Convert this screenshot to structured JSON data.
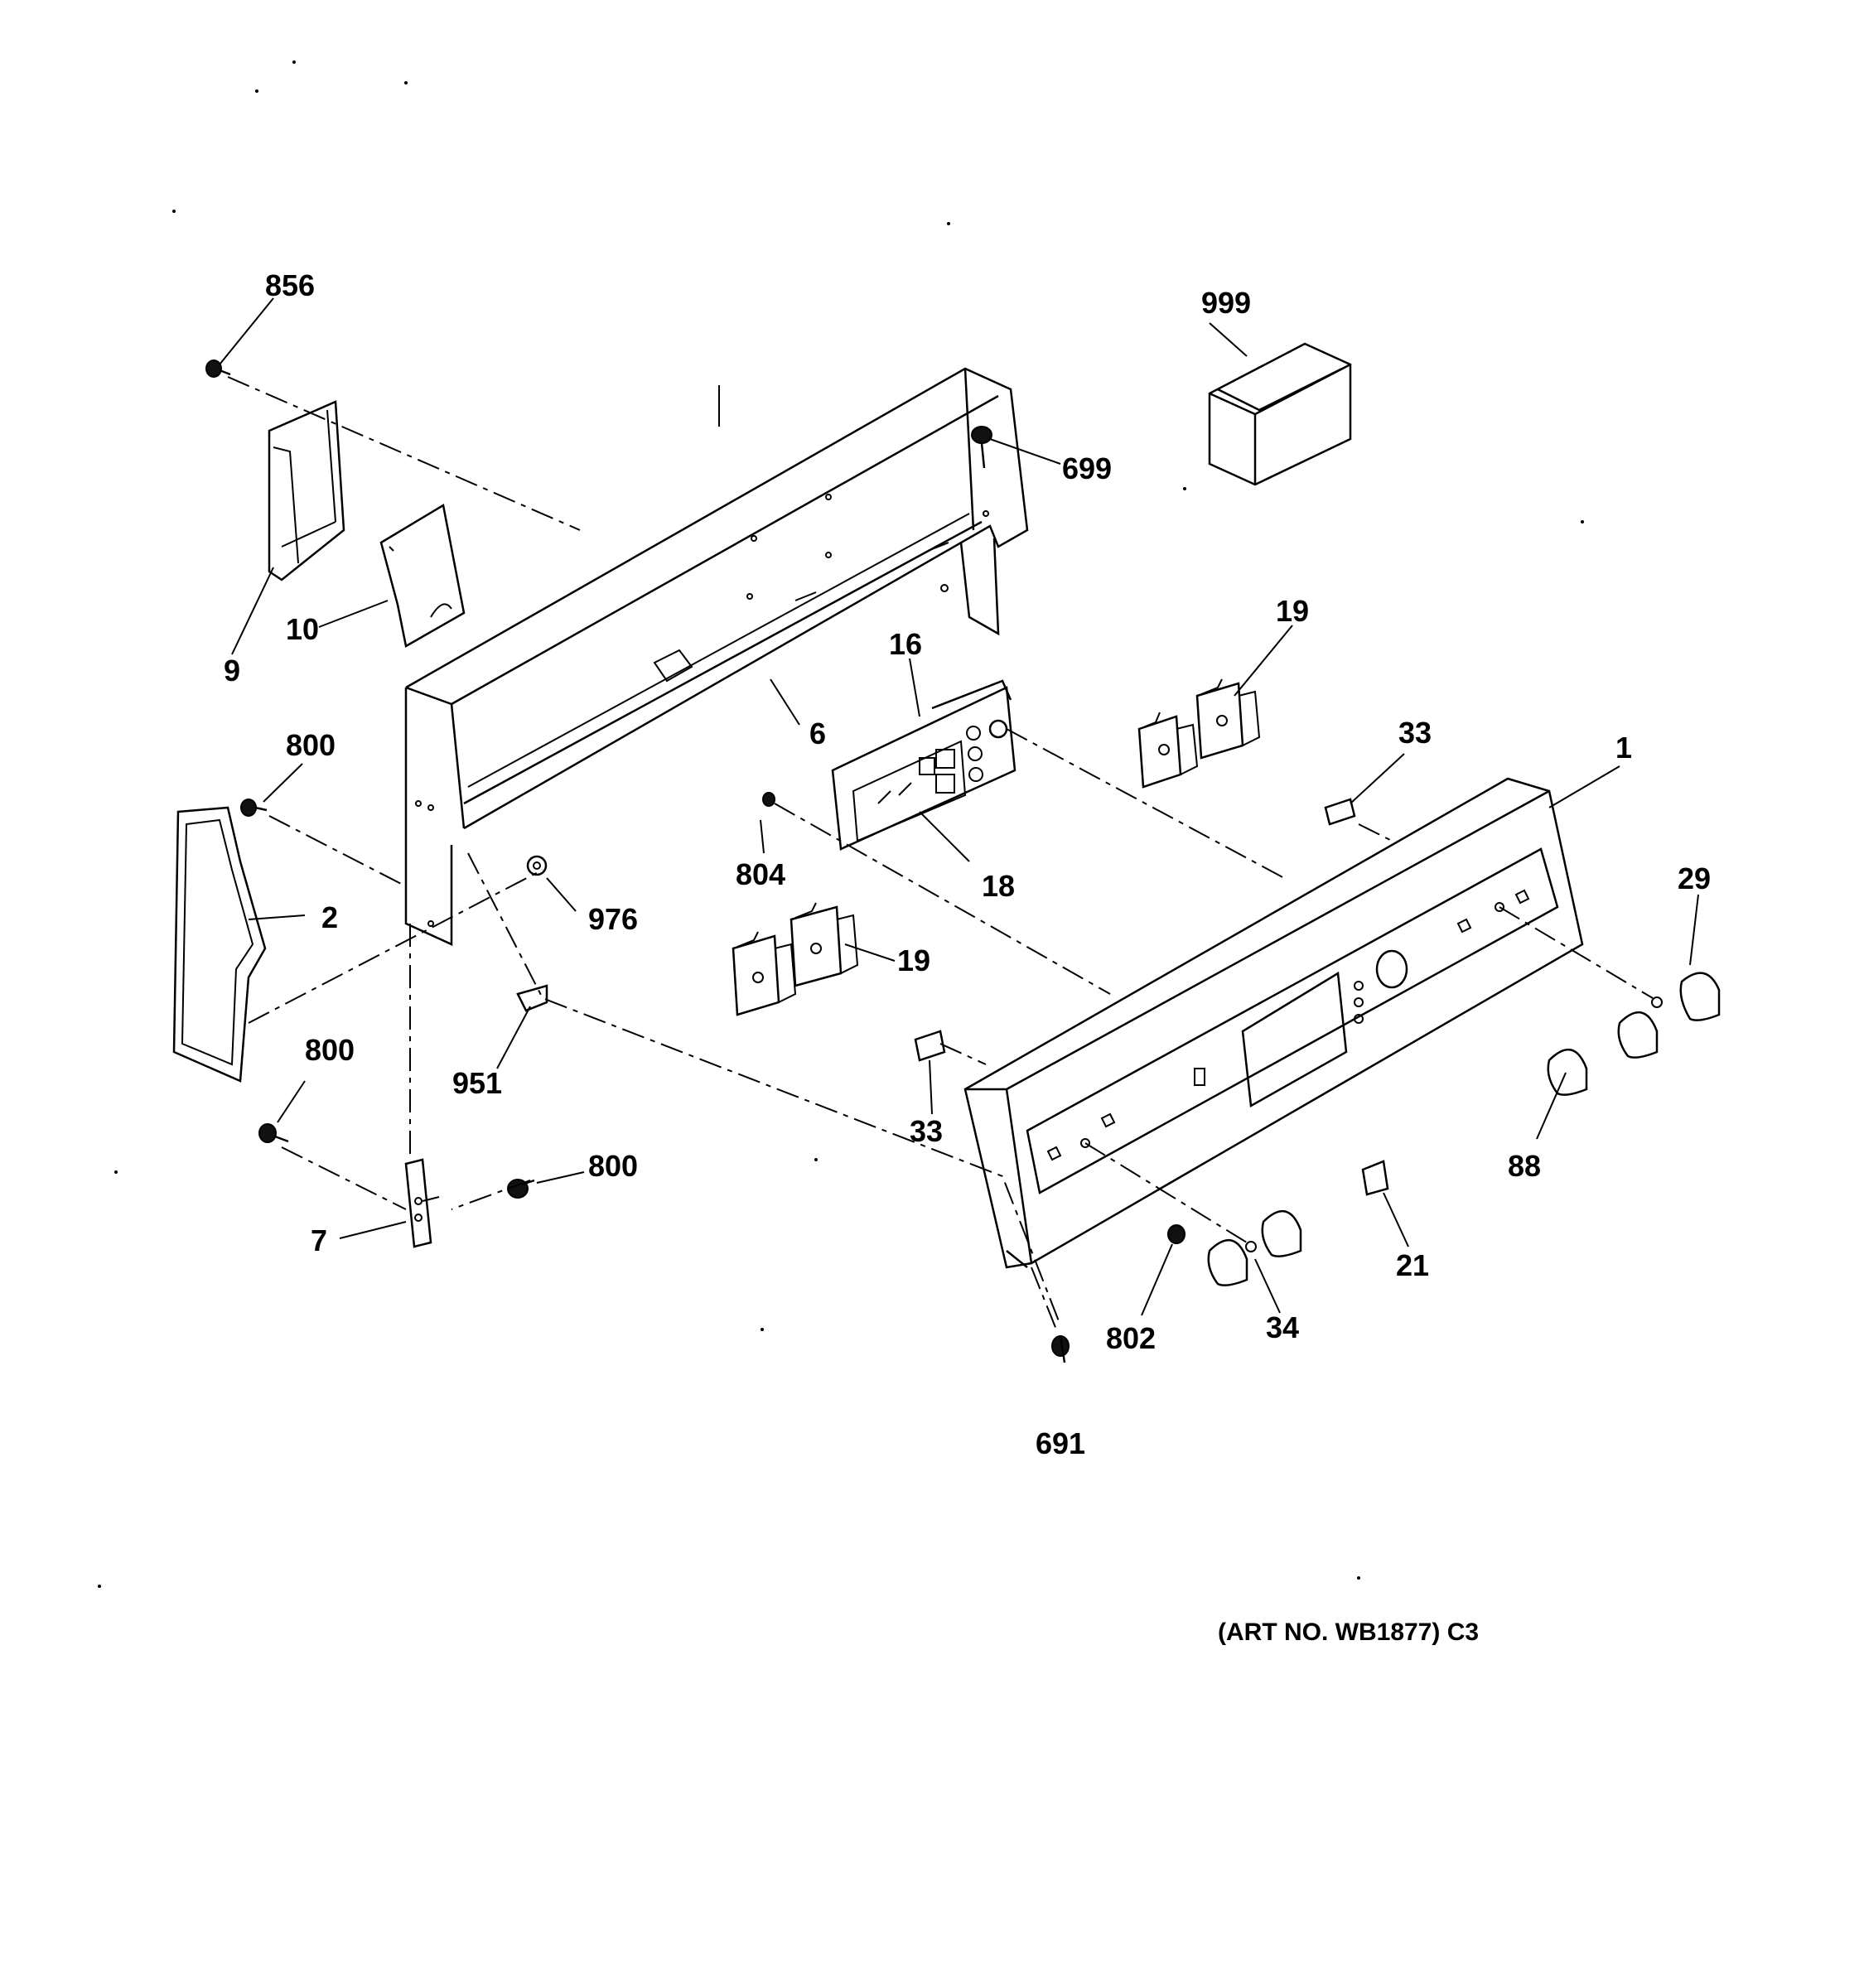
{
  "labels": {
    "l856": "856",
    "l999": "999",
    "l699": "699",
    "l9": "9",
    "l10": "10",
    "l19a": "19",
    "l16": "16",
    "l6": "6",
    "l33a": "33",
    "l1": "1",
    "l800a": "800",
    "l804": "804",
    "l18": "18",
    "l29": "29",
    "l2": "2",
    "l976": "976",
    "l19b": "19",
    "l800b": "800",
    "l951": "951",
    "l33b": "33",
    "l88": "88",
    "l800c": "800",
    "l7": "7",
    "l21": "21",
    "l802": "802",
    "l34": "34",
    "l691": "691"
  },
  "art_number": "(ART NO. WB1877) C3"
}
